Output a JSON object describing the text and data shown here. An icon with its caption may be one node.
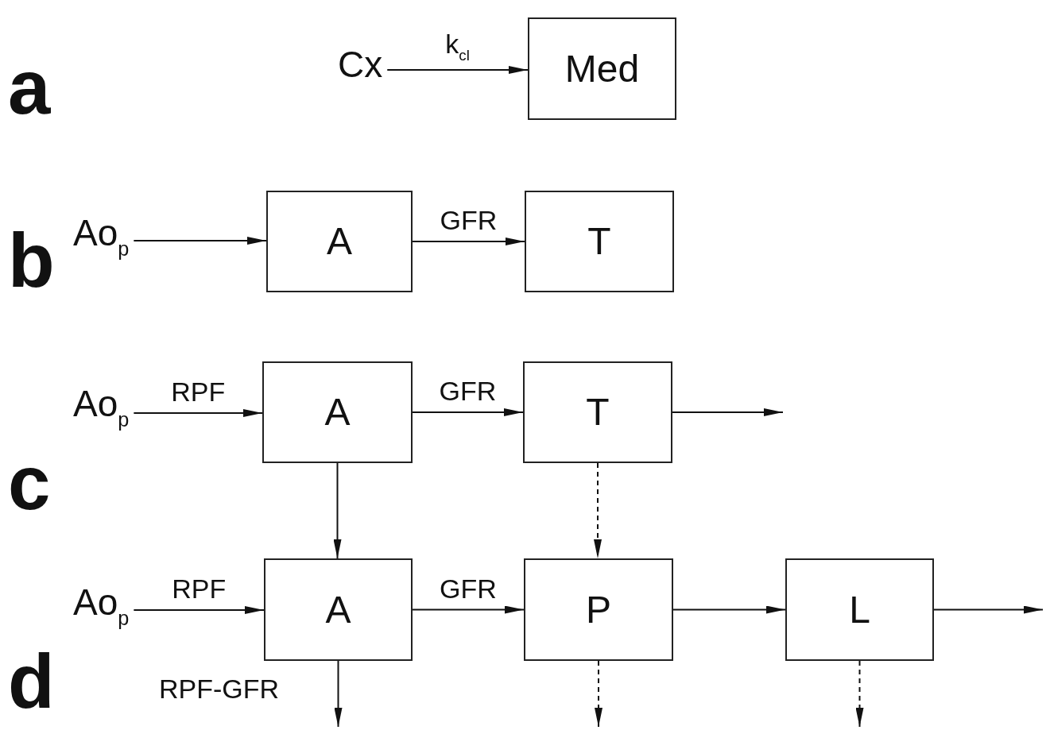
{
  "diagram": {
    "nodes": [
      {
        "text": [
          "Cx"
        ]
      },
      {
        "text": [
          "Med"
        ]
      },
      {
        "text": [
          "Ao$_{p}$"
        ]
      },
      {
        "text": [
          "A"
        ]
      },
      {
        "text": [
          "T"
        ]
      },
      {
        "text": [
          "Ao$_{p}$"
        ]
      },
      {
        "text": [
          "A"
        ]
      },
      {
        "text": [
          "T"
        ]
      },
      {
        "text": [
          "Ao$_{p}$"
        ]
      },
      {
        "text": [
          "A"
        ]
      },
      {
        "text": [
          "P"
        ]
      },
      {
        "text": [
          "L"
        ]
      }
    ],
    "edges": [
      {
        "from": 0,
        "to": 1,
        "arrow": "to",
        "label": "k$_{cl}$"
      },
      {
        "from": 2,
        "to": 3,
        "arrow": "to"
      },
      {
        "from": 3,
        "to": 4,
        "arrow": "to",
        "label": "GFR"
      },
      {
        "from": 5,
        "to": 6,
        "arrow": "to",
        "label": "RPF"
      },
      {
        "from": 6,
        "to": 7,
        "arrow": "to",
        "label": "GFR"
      },
      {
        "from": 7,
        "to": null,
        "arrow": "to"
      },
      {
        "from": 6,
        "to": 9,
        "arrow": "to"
      },
      {
        "from": 7,
        "to": 10,
        "arrow": "to",
        "style": "dashed"
      },
      {
        "from": 8,
        "to": 9,
        "arrow": "to",
        "label": "RPF"
      },
      {
        "from": 9,
        "to": 10,
        "arrow": "to",
        "label": "GFR"
      },
      {
        "from": 10,
        "to": 11,
        "arrow": "to"
      },
      {
        "from": 11,
        "to": null,
        "arrow": "to"
      },
      {
        "from": 9,
        "to": null,
        "arrow": "to",
        "label": "RPF-GFR"
      },
      {
        "from": 10,
        "to": null,
        "arrow": "to",
        "style": "dashed"
      },
      {
        "from": 11,
        "to": null,
        "arrow": "to",
        "style": "dashed"
      }
    ],
    "labels": [
      "a",
      "b",
      "c",
      "d"
    ]
  }
}
